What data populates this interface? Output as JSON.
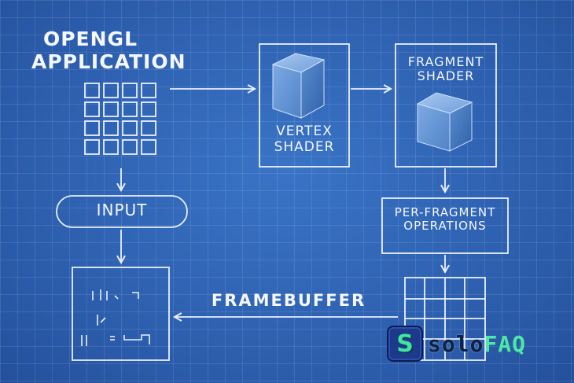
{
  "labels": {
    "app_title_line1": "OPENGL",
    "app_title_line2": "APPLICATION",
    "input": "INPUT",
    "vertex_line1": "VERTEX",
    "vertex_line2": "SHADER",
    "fragment_line1": "FRAGMENT",
    "fragment_line2": "SHADER",
    "perfrag_line1": "PER-FRAGMENT",
    "perfrag_line2": "OPERATIONS",
    "framebuffer": "FRAMEBUFFER"
  },
  "logo": {
    "badge_letter": "S",
    "text_part1": "solo",
    "text_part2": "FAQ"
  },
  "colors": {
    "background": "#2f63b4",
    "line": "#e9f0ff",
    "cube": "#5e93d6",
    "logo_green": "#4ce8a5"
  }
}
